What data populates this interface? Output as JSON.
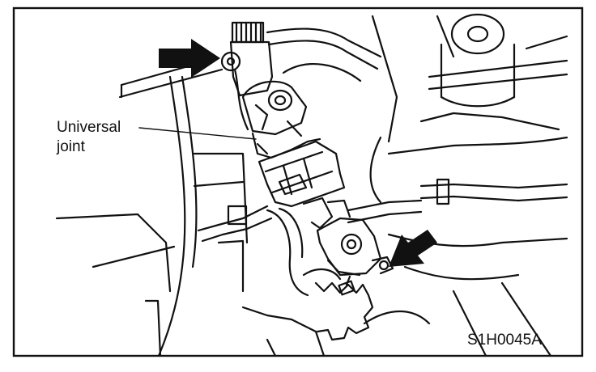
{
  "callouts": {
    "universal_joint_line1": "Universal",
    "universal_joint_line2": "joint"
  },
  "figure_code": "S1H0045A",
  "colors": {
    "ink": "#111111",
    "paper": "#ffffff"
  },
  "icons": {
    "pointer_top": "arrow-right-icon",
    "pointer_bottom": "arrow-down-left-icon"
  }
}
